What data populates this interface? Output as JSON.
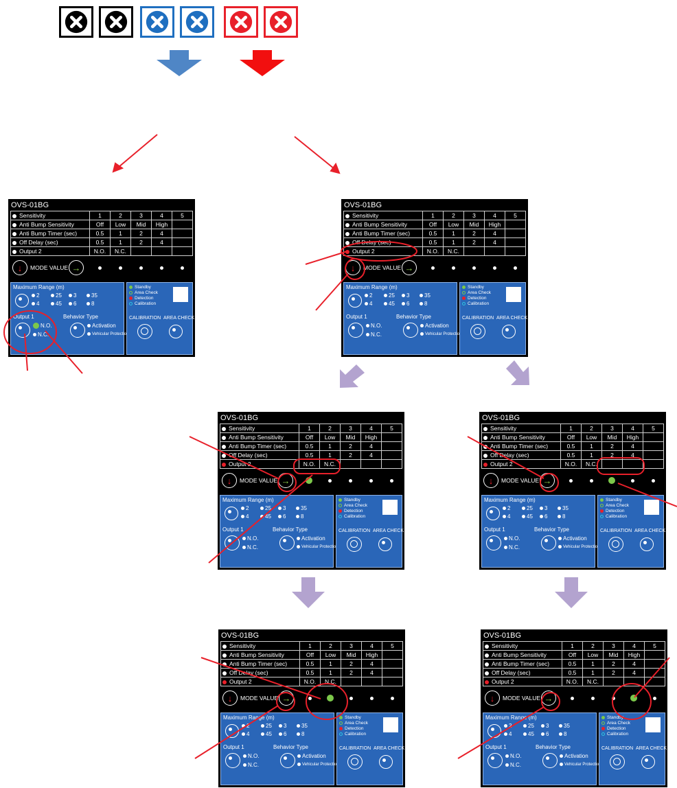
{
  "colors": {
    "black_accent": "#000000",
    "blue_accent": "#1f6fc0",
    "red_accent": "#e8202a",
    "blue_arrow": "#4f86c6",
    "red_arrow": "#f20f0f",
    "purple_arrow": "#b3a3cf",
    "annotation_red": "#e8202a",
    "panel_blue": "#2a66b8",
    "green_led": "#7cc84a"
  },
  "top_row": {
    "buttons": [
      {
        "icon": "x-circle-icon",
        "color": "black"
      },
      {
        "icon": "x-circle-icon",
        "color": "black"
      },
      {
        "icon": "x-circle-icon",
        "color": "blue"
      },
      {
        "icon": "x-circle-icon",
        "color": "blue"
      },
      {
        "icon": "x-circle-icon",
        "color": "red"
      },
      {
        "icon": "x-circle-icon",
        "color": "red"
      }
    ]
  },
  "panel": {
    "title": "OVS-01BG",
    "col_headers": [
      "1",
      "2",
      "3",
      "4",
      "5"
    ],
    "rows": [
      {
        "label": "Sensitivity",
        "cells": [
          "1",
          "2",
          "3",
          "4",
          "5"
        ]
      },
      {
        "label": "Anti Bump Sensitivity",
        "cells": [
          "Off",
          "Low",
          "Mid",
          "High",
          ""
        ]
      },
      {
        "label": "Anti Bump Timer (sec)",
        "cells": [
          "0.5",
          "1",
          "2",
          "4",
          ""
        ]
      },
      {
        "label": "Off Delay (sec)",
        "cells": [
          "0.5",
          "1",
          "2",
          "4",
          ""
        ]
      },
      {
        "label": "Output 2",
        "cells": [
          "N.O.",
          "N.C.",
          "",
          "",
          ""
        ]
      }
    ],
    "mode_value_label": "MODE VALUE",
    "max_range_label": "Maximum Range (m)",
    "ranges": [
      "2",
      "25",
      "3",
      "35",
      "4",
      "45",
      "6",
      "8"
    ],
    "output1_label": "Output 1",
    "no_label": "N.O.",
    "nc_label": "N.C.",
    "behavior_type_label": "Behavior Type",
    "activation_label": "Activation",
    "vehicular_label": "Vehicular Protection",
    "legend": [
      "Standby",
      "Area Check",
      "Detection",
      "Calibration"
    ],
    "calibration_label": "CALIBRATION",
    "area_check_label": "AREA CHECK"
  },
  "panels": [
    {
      "id": "p1",
      "output2_red": false,
      "output1_green": true,
      "mode_led": -1
    },
    {
      "id": "p2",
      "output2_red": true,
      "output1_green": false,
      "mode_led": -1
    },
    {
      "id": "p3",
      "output2_red": true,
      "output1_green": false,
      "mode_led": 0
    },
    {
      "id": "p4",
      "output2_red": true,
      "output1_green": false,
      "mode_led": 2
    },
    {
      "id": "p5",
      "output2_red": true,
      "output1_green": false,
      "mode_led": 1
    },
    {
      "id": "p6",
      "output2_red": true,
      "output1_green": false,
      "mode_led": 3
    }
  ]
}
